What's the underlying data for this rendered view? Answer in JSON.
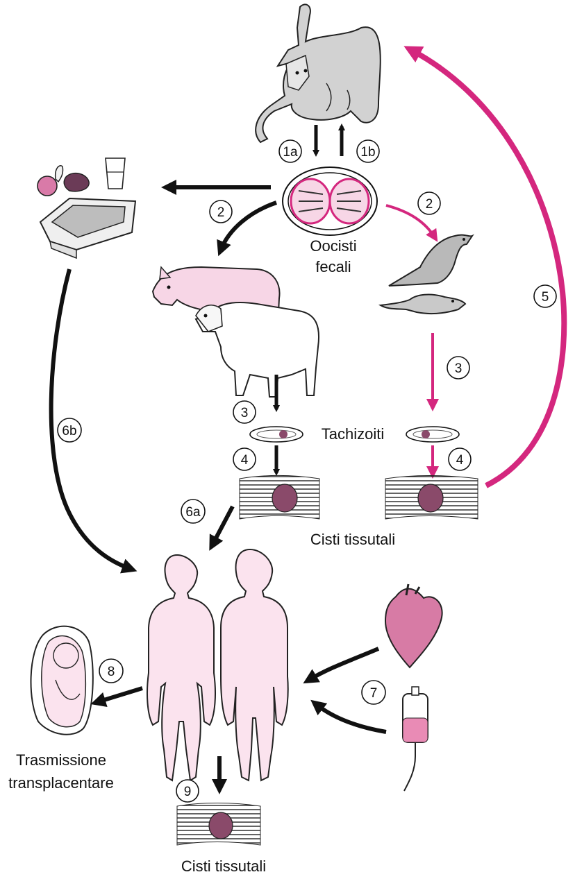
{
  "colors": {
    "magenta": "#d4277e",
    "black": "#111111",
    "pink_fill": "#f7d6e6",
    "pink_light": "#fbe3ee",
    "gray_fill": "#cfcfcf",
    "cyst_fill": "#8a4a6a"
  },
  "labels": {
    "oocysts": [
      "Oocisti",
      "fecali"
    ],
    "tachyzoites": "Tachizoiti",
    "tissue_cysts_top": "Cisti tissutali",
    "tissue_cysts_bottom": "Cisti tissutali",
    "transplacental": [
      "Trasmissione",
      "transplacentare"
    ]
  },
  "steps": {
    "s1a": "1a",
    "s1b": "1b",
    "s2_left": "2",
    "s2_right": "2",
    "s3_left": "3",
    "s3_right": "3",
    "s4_left": "4",
    "s4_right": "4",
    "s5": "5",
    "s6a": "6a",
    "s6b": "6b",
    "s7": "7",
    "s8": "8",
    "s9": "9"
  },
  "icons": {
    "cat": "cat-icon",
    "oocyst": "oocyst-icon",
    "food": "food-and-water-icon",
    "litter": "litter-box-icon",
    "pig": "pig-icon",
    "sheep": "sheep-icon",
    "bird": "dove-icon",
    "rat": "rat-icon",
    "tachyzoite": "tachyzoite-icon",
    "tissue_cyst": "tissue-cyst-icon",
    "humans": "human-figures-icon",
    "heart": "heart-icon",
    "iv_bag": "iv-bag-icon",
    "fetus": "fetus-icon"
  }
}
